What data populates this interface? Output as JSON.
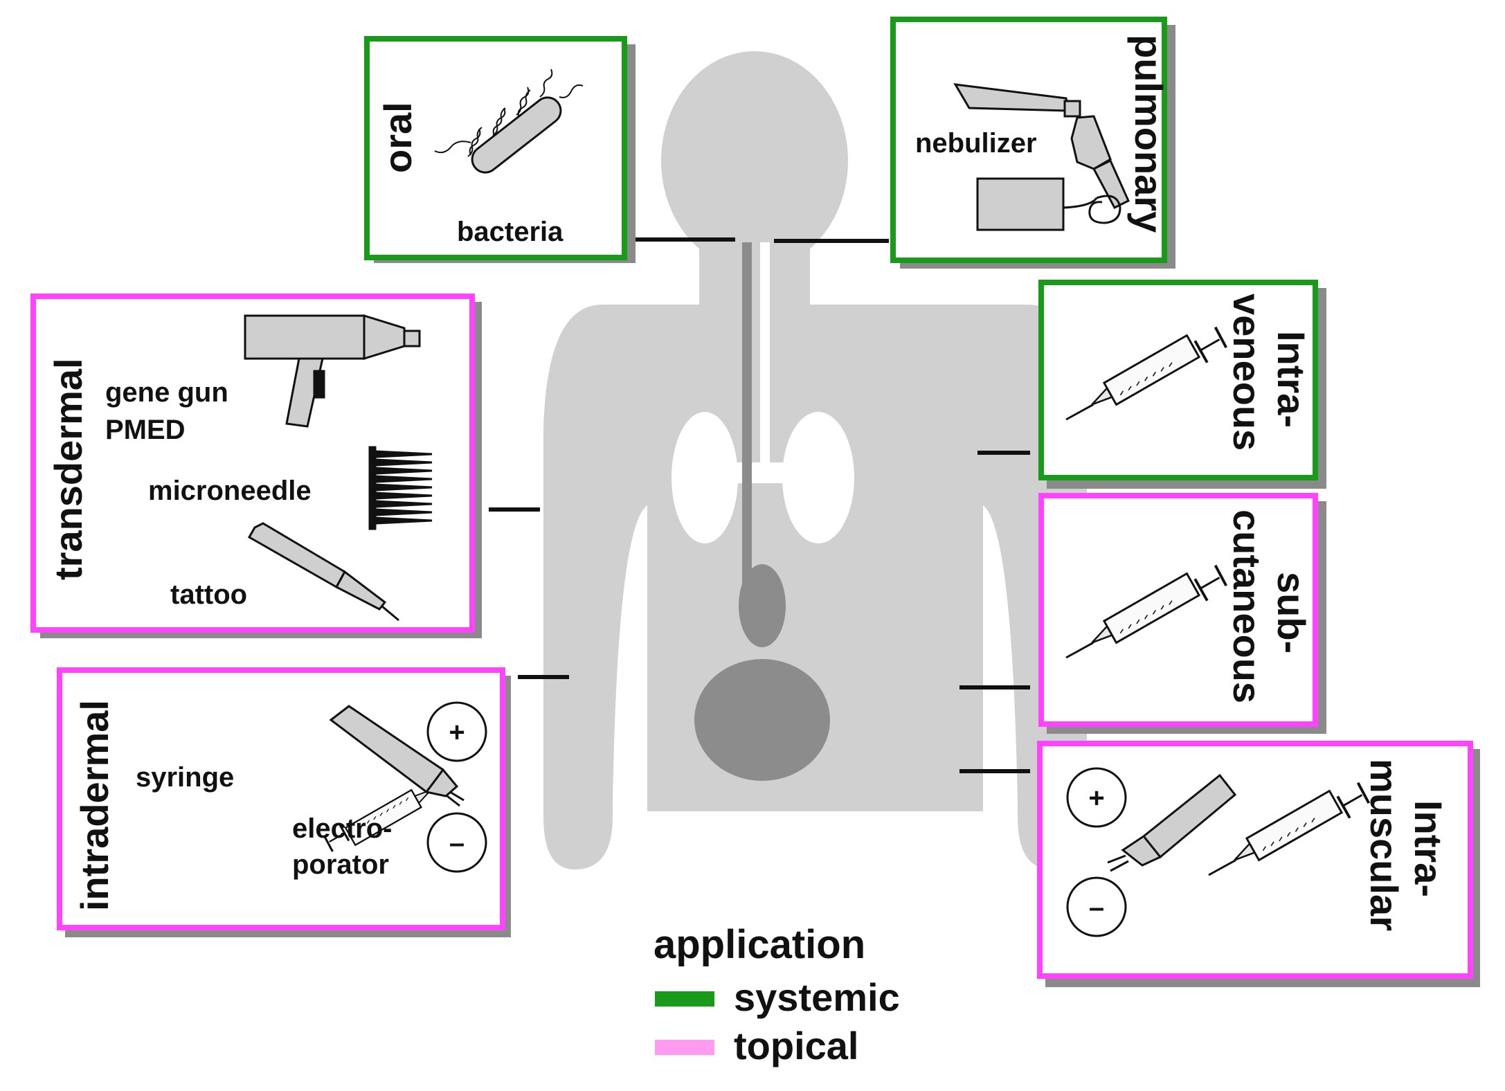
{
  "colors": {
    "systemic": "#1a9a1a",
    "topical": "#ff44ff",
    "topical_legend": "#ff9cf2",
    "body": "#d0d0d0",
    "organ": "#8c8c8c"
  },
  "boxes": {
    "oral": {
      "title": "oral",
      "category": "systemic",
      "items": {
        "bacteria": "bacteria"
      }
    },
    "pulmonary": {
      "title": "pulmonary",
      "category": "systemic",
      "items": {
        "nebulizer": "nebulizer"
      }
    },
    "transdermal": {
      "title": "transdermal",
      "category": "topical",
      "items": {
        "gene_gun": "gene gun",
        "pmed": "PMED",
        "microneedle": "microneedle",
        "tattoo": "tattoo"
      }
    },
    "intradermal": {
      "title": "intradermal",
      "category": "topical",
      "items": {
        "syringe": "syringe",
        "electro": "electro-",
        "porator": "porator",
        "plus": "+",
        "minus": "–"
      }
    },
    "intraveneous": {
      "title_1": "Intra-",
      "title_2": "veneous",
      "category": "systemic"
    },
    "subcutaneous": {
      "title_1": "sub-",
      "title_2": "cutaneous",
      "category": "topical"
    },
    "intramuscular": {
      "title_1": "Intra-",
      "title_2": "muscular",
      "category": "topical",
      "items": {
        "plus": "+",
        "minus": "–"
      }
    }
  },
  "legend": {
    "title": "application",
    "items": [
      {
        "label": "systemic",
        "color": "#1a9a1a"
      },
      {
        "label": "topical",
        "color": "#ff9cf2"
      }
    ]
  }
}
